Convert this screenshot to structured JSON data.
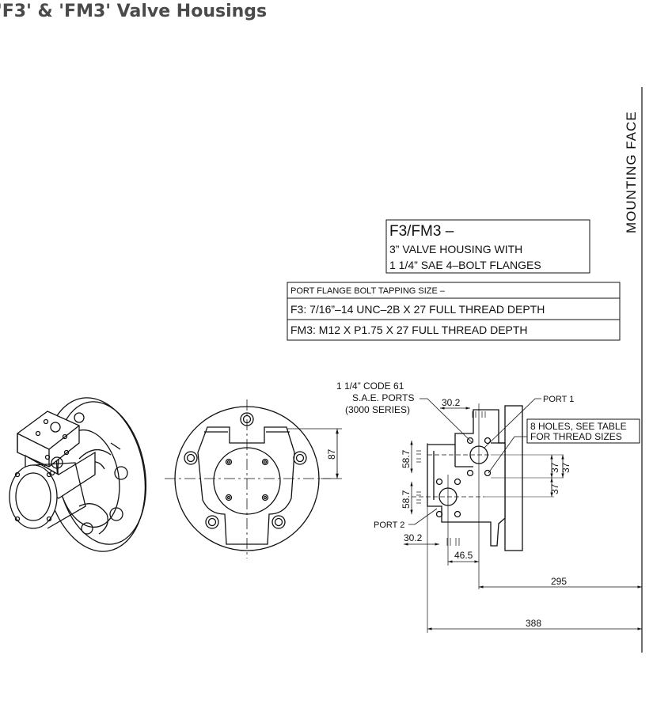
{
  "title": "'F3' & 'FM3' Valve Housings",
  "mounting_face_label": "MOUNTING FACE",
  "model_box": {
    "line1": "F3/FM3  –",
    "line2": "3” VALVE HOUSING WITH",
    "line3": "1 1/4” SAE 4–BOLT FLANGES"
  },
  "tapping_table": {
    "header": "PORT FLANGE BOLT TAPPING SIZE –",
    "row_f3": "F3:  7/16”–14  UNC–2B  X  27  FULL  THREAD  DEPTH",
    "row_fm3": "FM3:  M12  X  P1.75  X  27  FULL  THREAD  DEPTH"
  },
  "callouts": {
    "ports_line1": "1 1/4” CODE 61",
    "ports_line2": "S.A.E. PORTS",
    "ports_line3": "(3000 SERIES)",
    "port1": "PORT 1",
    "port2": "PORT 2",
    "holes_line1": "8 HOLES, SEE TABLE",
    "holes_line2": "FOR THREAD SIZES"
  },
  "dimensions": {
    "d87": "87",
    "d30_2_top": "30.2",
    "d30_2_bottom": "30.2",
    "d58_7_top": "58.7",
    "d58_7_bottom": "58.7",
    "d37_upper": "37",
    "d37_lower": "37",
    "d37_right": "37",
    "d46_5": "46.5",
    "d295": "295",
    "d388": "388"
  }
}
